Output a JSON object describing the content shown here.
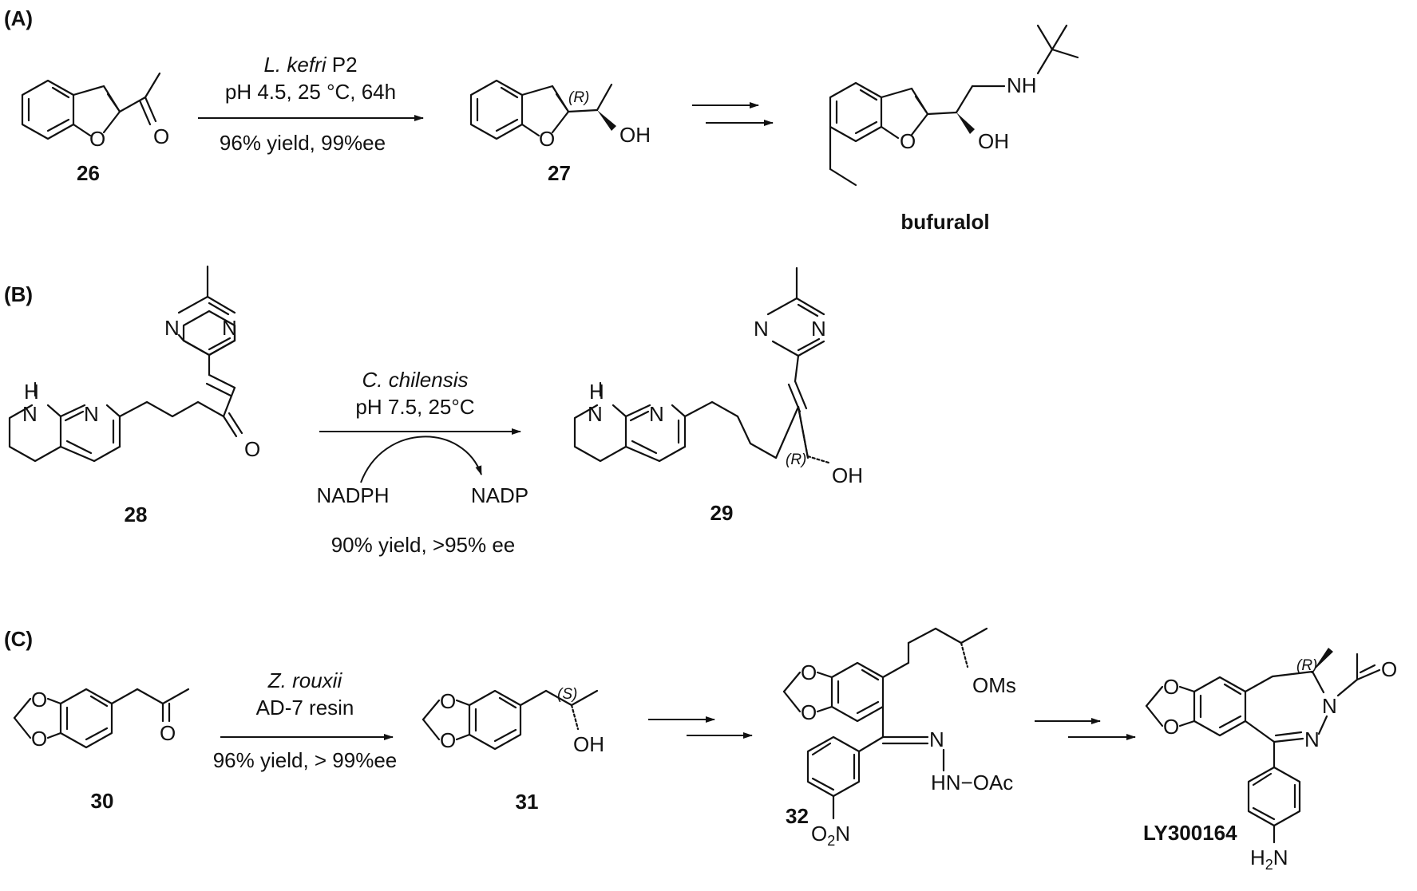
{
  "panels": {
    "A": {
      "label": "(A)",
      "reagent_organism": "L. kefri",
      "reagent_suffix": " P2",
      "conditions": "pH 4.5, 25 °C, 64h",
      "yield": "96% yield, 99%ee",
      "compounds": [
        "26",
        "27",
        "bufuralol"
      ],
      "stereo": "(R)"
    },
    "B": {
      "label": "(B)",
      "reagent_organism": "C. chilensis",
      "conditions": "pH 7.5, 25°C",
      "cofactor_in": "NADPH",
      "cofactor_out": "NADP",
      "yield": "90% yield, >95% ee",
      "compounds": [
        "28",
        "29"
      ],
      "stereo": "(R)"
    },
    "C": {
      "label": "(C)",
      "reagent_organism": "Z. rouxii",
      "reagent_line2": "AD-7 resin",
      "yield": "96% yield, > 99%ee",
      "compounds": [
        "30",
        "31",
        "32",
        "LY300164"
      ],
      "stereo_31": "(S)",
      "stereo_final": "(R)"
    }
  },
  "atoms": {
    "O": "O",
    "OH": "OH",
    "NH": "NH",
    "N": "N",
    "H": "H",
    "OMs": "OMs",
    "HN_OAc": "HN−OAc",
    "O2N_main": "O",
    "O2N_sub": "2",
    "O2N_end": "N",
    "H2N_main": "H",
    "H2N_sub": "2",
    "H2N_end": "N"
  }
}
